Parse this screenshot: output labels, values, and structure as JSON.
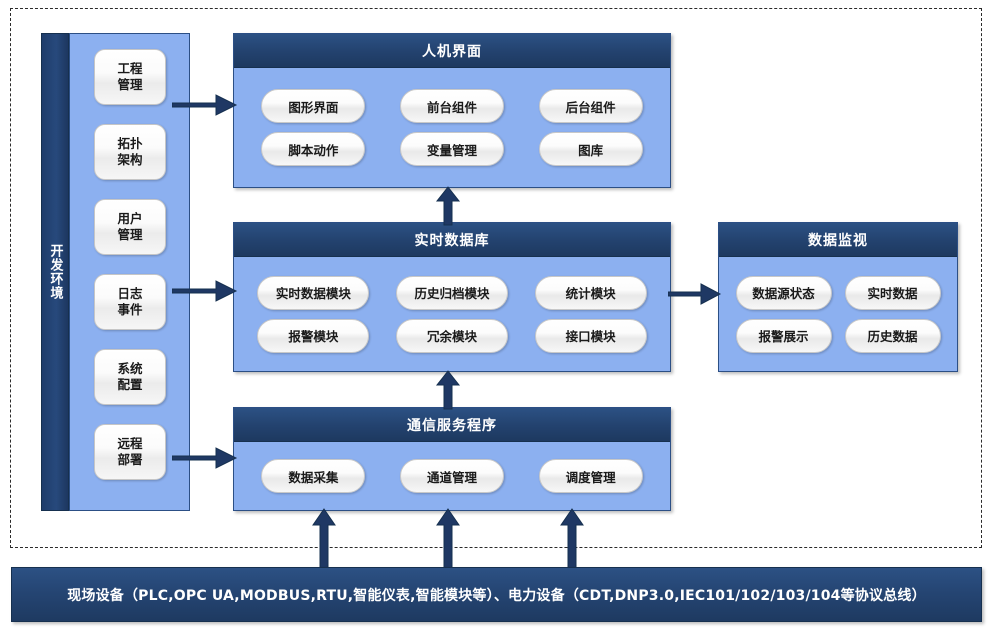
{
  "diagram": {
    "title": "SCADA system architecture diagram",
    "colors": {
      "header_dark_blue": "#23426e",
      "panel_light_blue": "#8cb0f0",
      "arrow_navy": "#1f3864",
      "pill_white": "#f7f7f7",
      "boundary_dash": "#2b2b2b"
    }
  },
  "dev_env": {
    "label": "开发环境",
    "items": [
      {
        "label": "工程\n管理"
      },
      {
        "label": "拓扑\n架构"
      },
      {
        "label": "用户\n管理"
      },
      {
        "label": "日志\n事件"
      },
      {
        "label": "系统\n配置"
      },
      {
        "label": "远程\n部署"
      }
    ]
  },
  "panels": {
    "hmi": {
      "title": "人机界面",
      "rows": [
        [
          "图形界面",
          "前台组件",
          "后台组件"
        ],
        [
          "脚本动作",
          "变量管理",
          "图库"
        ]
      ]
    },
    "rtdb": {
      "title": "实时数据库",
      "rows": [
        [
          "实时数据模块",
          "历史归档模块",
          "统计模块"
        ],
        [
          "报警模块",
          "冗余模块",
          "接口模块"
        ]
      ]
    },
    "comm": {
      "title": "通信服务程序",
      "rows": [
        [
          "数据采集",
          "通道管理",
          "调度管理"
        ]
      ]
    },
    "monitor": {
      "title": "数据监视",
      "rows": [
        [
          "数据源状态",
          "实时数据"
        ],
        [
          "报警展示",
          "历史数据"
        ]
      ]
    }
  },
  "field_banner": {
    "text": "现场设备（PLC,OPC UA,MODBUS,RTU,智能仪表,智能模块等）、电力设备（CDT,DNP3.0,IEC101/102/103/104等协议总线）"
  },
  "arrows": [
    {
      "name": "dev-to-hmi",
      "direction": "right"
    },
    {
      "name": "dev-to-rtdb",
      "direction": "right"
    },
    {
      "name": "dev-to-comm",
      "direction": "right"
    },
    {
      "name": "rtdb-to-hmi",
      "direction": "up"
    },
    {
      "name": "comm-to-rtdb",
      "direction": "up"
    },
    {
      "name": "rtdb-to-monitor",
      "direction": "right"
    },
    {
      "name": "field-to-comm-left",
      "direction": "up"
    },
    {
      "name": "field-to-comm-mid",
      "direction": "up"
    },
    {
      "name": "field-to-comm-right",
      "direction": "up"
    }
  ]
}
